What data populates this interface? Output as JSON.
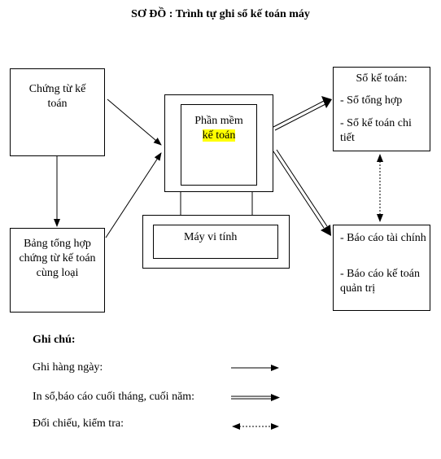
{
  "title": "SƠ ĐỒ : Trình tự ghi sổ kế toán máy",
  "nodes": {
    "chung_tu": "Chứng từ kế toán",
    "bang_tong_hop": "Bảng tổng hợp chứng từ kế toán cùng loại",
    "phan_mem_prefix": "Phần mềm",
    "phan_mem_highlight": "kế toán",
    "may_vi_tinh": "Máy vi tính",
    "so_ke_toan": {
      "heading": "Sổ kế toán:",
      "item1": "- Sổ tổng hợp",
      "item2": "- Sổ kế toán chi tiết"
    },
    "bao_cao": {
      "item1": "- Báo cáo tài chính",
      "item2": "- Báo cáo kế toán quản trị"
    }
  },
  "legend": {
    "heading": "Ghi chú:",
    "daily": "Ghi hàng ngày:",
    "periodic": "In sổ,báo cáo cuối tháng, cuối năm:",
    "check": "Đối chiếu, kiểm tra:"
  },
  "colors": {
    "highlight": "#ffff00",
    "line": "#000000"
  }
}
